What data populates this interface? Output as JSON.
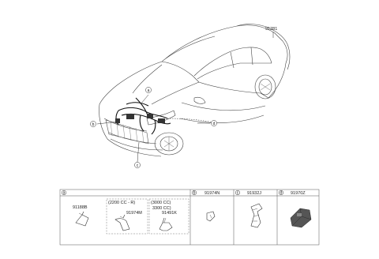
{
  "callouts": {
    "a": "a",
    "b": "b",
    "c": "c",
    "d": "d"
  },
  "part_numbers": {
    "main_harness": "91281"
  },
  "table": {
    "section_a": {
      "letter": "a",
      "part_left": "91188B",
      "variant_2200": "(2200 CC - R)",
      "part_2200": "91974M",
      "variant_3000": "(3000 CC)",
      "variant_3300": "3300 CC)",
      "part_3000": "91491K"
    },
    "section_b": {
      "letter": "b",
      "part": "91974N"
    },
    "section_c": {
      "letter": "c",
      "part": "91932J"
    },
    "section_d": {
      "letter": "d",
      "part": "91970Z"
    }
  }
}
